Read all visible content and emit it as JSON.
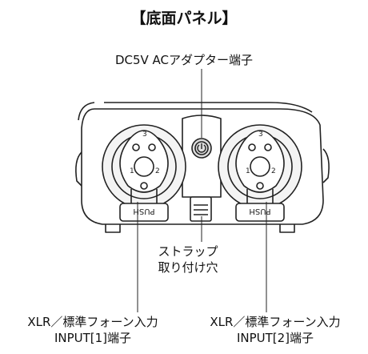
{
  "title": "【底面パネル】",
  "labels": {
    "dc_jack": "DC5V ACアダプター端子",
    "strap_hole": [
      "ストラップ",
      "取り付け穴"
    ],
    "input1": [
      "XLR／標準フォーン入力",
      "INPUT[1]端子"
    ],
    "input2": [
      "XLR／標準フォーン入力",
      "INPUT[2]端子"
    ]
  },
  "jack_markings": {
    "pin_numbers": [
      "1",
      "2",
      "3"
    ],
    "push_label": "PUSH"
  }
}
